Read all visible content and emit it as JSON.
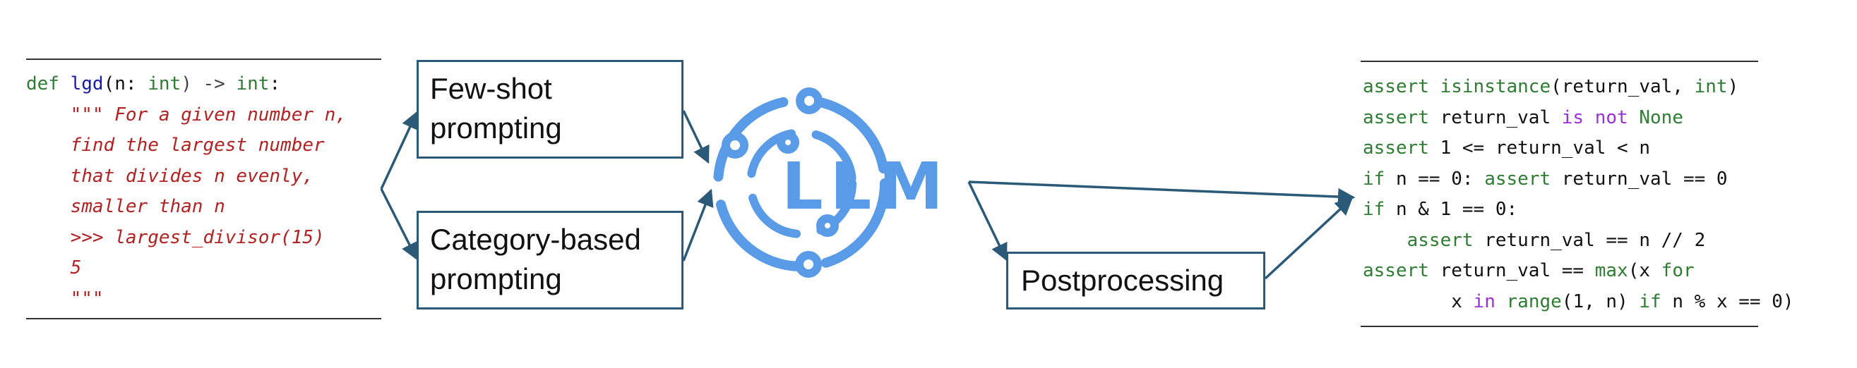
{
  "input_code": {
    "signature": {
      "def": "def",
      "name": "lgd",
      "params_open": "(n: ",
      "param_type": "int",
      "arrow": ") -> ",
      "ret_type": "int",
      "colon": ":"
    },
    "docstring": [
      "\"\"\" For a given number n,",
      "find the largest number",
      "that divides n evenly,",
      "smaller than n",
      ">>> largest_divisor(15)",
      "5",
      "\"\"\""
    ]
  },
  "boxes": {
    "few_shot": [
      "Few-shot",
      "prompting"
    ],
    "category": [
      "Category-based",
      "prompting"
    ],
    "postprocessing": [
      "Postprocessing"
    ]
  },
  "logo": {
    "text": "LLM",
    "color": "#5a9be8"
  },
  "colors": {
    "arrow": "#2a5a78",
    "keyword": "#2e7d32",
    "docstring": "#b22222",
    "purple_keyword": "#9b30d9"
  },
  "output_code": {
    "l1": {
      "kw": "assert",
      "fn": "isinstance",
      "a": "(return_val, ",
      "t": "int",
      "b": ")"
    },
    "l2": {
      "kw": "assert",
      "a": " return_val ",
      "is": "is",
      "not": "not",
      "none": "None"
    },
    "l3": {
      "kw": "assert",
      "a": " 1 <= return_val < n"
    },
    "l4": {
      "if": "if",
      "a": " n == 0: ",
      "kw": "assert",
      "b": " return_val == 0"
    },
    "l5": {
      "if": "if",
      "a": " n & 1 == 0:"
    },
    "l6": {
      "kw": "assert",
      "a": " return_val == n // 2"
    },
    "l7": {
      "kw": "assert",
      "a": " return_val == ",
      "fn": "max",
      "b": "(x ",
      "for": "for"
    },
    "l8": {
      "a": "x ",
      "in": "in",
      "fn": "range",
      "b": "(1, n) ",
      "if": "if",
      "c": " n % x == 0)"
    }
  }
}
